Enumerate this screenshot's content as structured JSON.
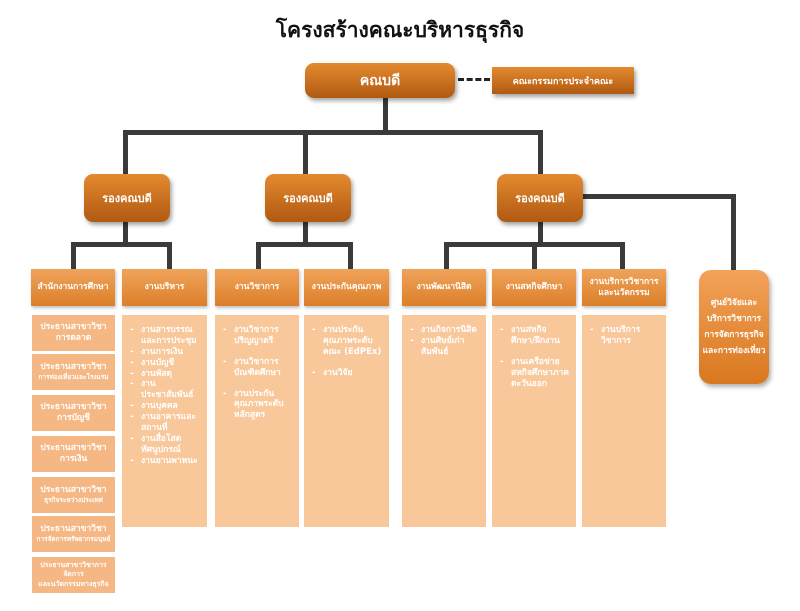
{
  "title": "โครงสร้างคณะบริหารธุรกิจ",
  "dean": "คณบดี",
  "committee": "คณะกรรมการประจำคณะ",
  "deputies": [
    "รองคณบดี",
    "รองคณบดี",
    "รองคณบดี"
  ],
  "units": [
    "สำนักงานการศึกษา",
    "งานบริหาร",
    "งานวิชาการ",
    "งานประกันคุณภาพ",
    "งานพัฒนานิสิต",
    "งานสหกิจศึกษา",
    "งานบริการวิชาการและนวัตกรรม"
  ],
  "programs": [
    {
      "line1": "ประธานสาขาวิชา",
      "line2": "การตลาด"
    },
    {
      "line1": "ประธานสาขาวิชา",
      "line2": "การท่องเที่ยวและโรงแรม"
    },
    {
      "line1": "ประธานสาขาวิชา",
      "line2": "การบัญชี"
    },
    {
      "line1": "ประธานสาขาวิชา",
      "line2": "การเงิน"
    },
    {
      "line1": "ประธานสาขาวิชา",
      "line2": "ธุรกิจระหว่างประเทศ"
    },
    {
      "line1": "ประธานสาขาวิชา",
      "line2": "การจัดการทรัพยากรมนุษย์"
    },
    {
      "line1": "ประธานสาขาวิชาการจัดการ",
      "line2": "และนวัตกรรมทางธุรกิจ"
    }
  ],
  "tasks": {
    "admin": [
      "งานสารบรรณและการประชุม",
      "งานการเงิน",
      "งานบัญชี",
      "งานพัสดุ",
      "งานประชาสัมพันธ์",
      "งานบุคคล",
      "งานอาคารและสถานที่",
      "งานสื่อโสตทัศนูปกรณ์",
      "งานยานพาหนะ"
    ],
    "academic": [
      "งานวิชาการปริญญาตรี",
      "งานวิชาการบัณฑิตศึกษา",
      "งานประกันคุณภาพระดับหลักสูตร"
    ],
    "quality": [
      "งานประกันคุณภาพระดับคณะ (EdPEx)",
      "งานวิจัย"
    ],
    "student": [
      "งานกิจการนิสิต",
      "งานศิษย์เก่าสัมพันธ์"
    ],
    "coop": [
      "งานสหกิจศึกษา/ฝึกงาน",
      "งานเครือข่ายสหกิจศึกษาภาคตะวันออก"
    ],
    "service": [
      "งานบริการวิชาการ"
    ]
  },
  "center": [
    "ศูนย์วิจัยและ",
    "บริการวิชาการ",
    "การจัดการธุรกิจ",
    "และการท่องเที่ยว"
  ]
}
